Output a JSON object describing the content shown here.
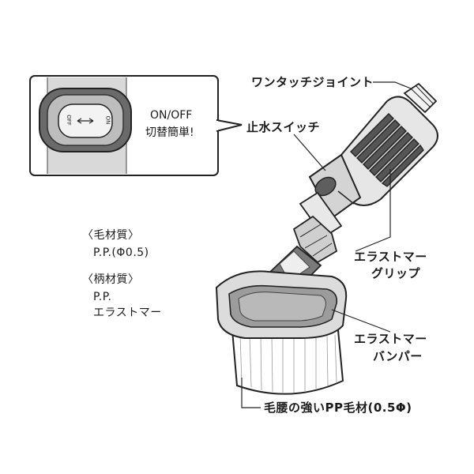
{
  "inset": {
    "line1": "ON/OFF",
    "line2": "切替簡単!",
    "switch_on": "ON",
    "switch_off": "OFF"
  },
  "callouts": {
    "one_touch_joint": "ワンタッチジョイント",
    "water_stop_switch": "止水スイッチ",
    "grip_line1": "エラストマー",
    "grip_line2": "グリップ",
    "bumper_line1": "エラストマー",
    "bumper_line2": "バンパー",
    "bristles": "毛腰の強いPP毛材(0.5Φ)"
  },
  "materials": {
    "bristle_heading": "〈毛材質〉",
    "bristle_value": "P.P.(Φ0.5)",
    "handle_heading": "〈柄材質〉",
    "handle_value1": "P.P.",
    "handle_value2": "エラストマー"
  }
}
